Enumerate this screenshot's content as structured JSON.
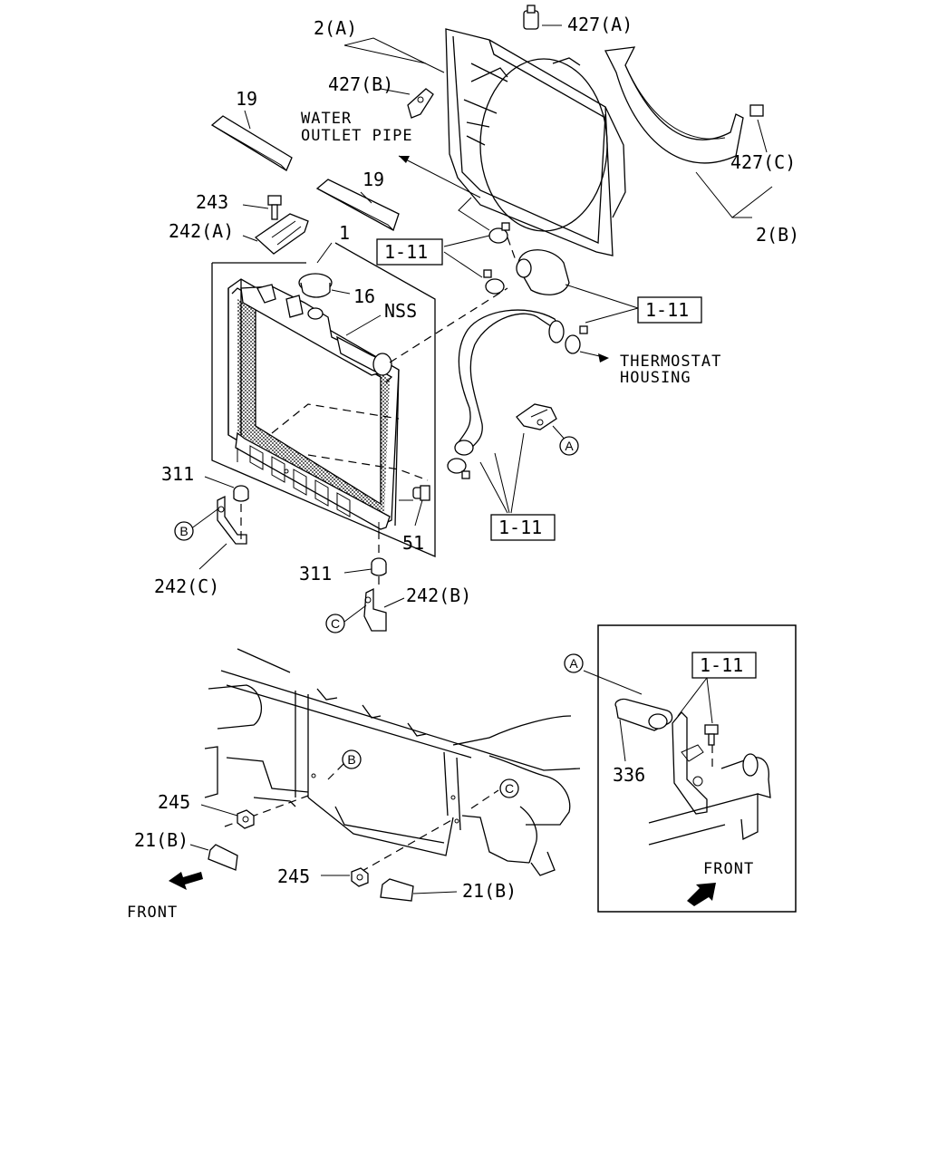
{
  "labels": {
    "l_2a": "2(A)",
    "l_427a": "427(A)",
    "l_427b": "427(B)",
    "l_19a": "19",
    "l_water": "WATER",
    "l_outlet": "OUTLET PIPE",
    "l_19b": "19",
    "l_243": "243",
    "l_242a": "242(A)",
    "l_1": "1",
    "l_111a": "1-11",
    "l_16": "16",
    "l_nss": "NSS",
    "l_111b": "1-11",
    "l_thermo1": "THERMOSTAT",
    "l_thermo2": "HOUSING",
    "l_427c": "427(C)",
    "l_2b": "2(B)",
    "l_311a": "311",
    "l_242c": "242(C)",
    "l_51": "51",
    "l_111c": "1-11",
    "l_311b": "311",
    "l_242b": "242(B)",
    "l_111d": "1-11",
    "l_336": "336",
    "l_front_inset": "FRONT",
    "l_245a": "245",
    "l_21ba": "21(B)",
    "l_245b": "245",
    "l_21bb": "21(B)",
    "l_front_main": "FRONT"
  },
  "refs": {
    "a": "A",
    "b": "B",
    "c": "C"
  }
}
